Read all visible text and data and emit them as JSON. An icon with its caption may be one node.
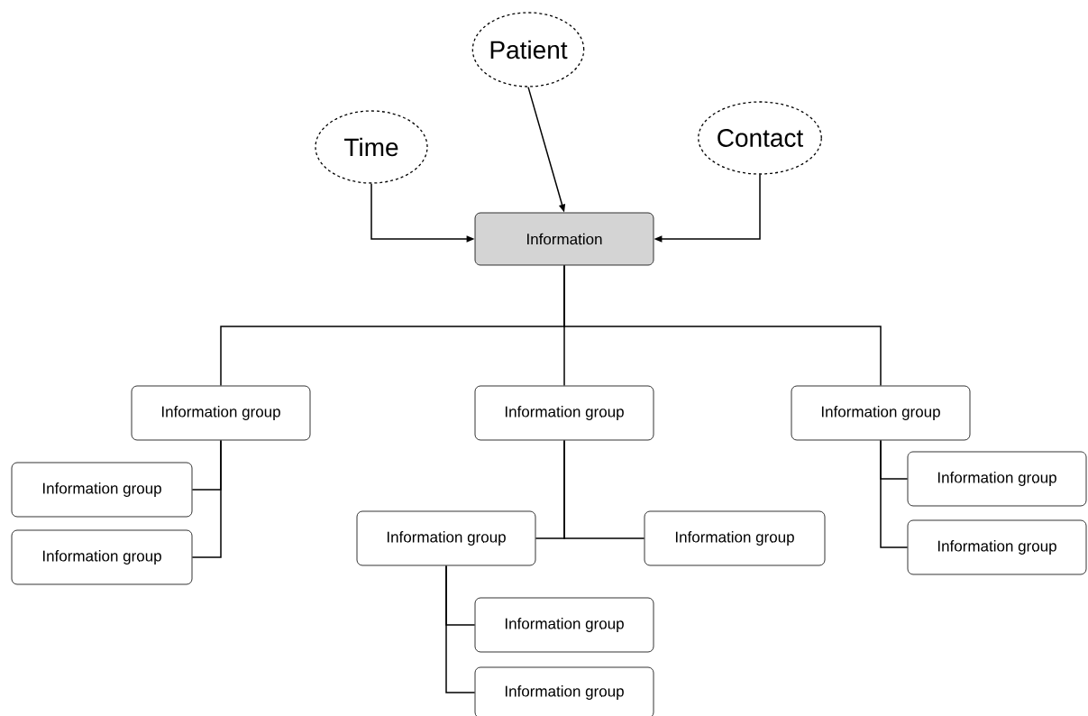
{
  "diagram": {
    "nodes": [
      {
        "text": [
          "Patient"
        ]
      },
      {
        "text": [
          "Time"
        ]
      },
      {
        "text": [
          "Contact"
        ]
      },
      {
        "text": [
          "Information"
        ]
      },
      {
        "text": [
          "Information group"
        ]
      },
      {
        "text": [
          "Information group"
        ]
      },
      {
        "text": [
          "Information group"
        ]
      },
      {
        "text": [
          "Information group"
        ]
      },
      {
        "text": [
          "Information group"
        ]
      },
      {
        "text": [
          "Information group"
        ]
      },
      {
        "text": [
          "Information group"
        ]
      },
      {
        "text": [
          "Information group"
        ]
      },
      {
        "text": [
          "Information group"
        ]
      },
      {
        "text": [
          "Information group"
        ]
      },
      {
        "text": [
          "Information group"
        ]
      }
    ],
    "edges": [
      {
        "from": 0,
        "to": 3,
        "arrow": "to"
      },
      {
        "from": 1,
        "to": 3,
        "arrow": "to"
      },
      {
        "from": 2,
        "to": 3,
        "arrow": "to"
      },
      {
        "from": 3,
        "to": 4,
        "arrow": "none"
      },
      {
        "from": 3,
        "to": 5,
        "arrow": "none"
      },
      {
        "from": 3,
        "to": 6,
        "arrow": "none"
      },
      {
        "from": 4,
        "to": 7,
        "arrow": "none"
      },
      {
        "from": 4,
        "to": 8,
        "arrow": "none"
      },
      {
        "from": 5,
        "to": 9,
        "arrow": "none"
      },
      {
        "from": 5,
        "to": 10,
        "arrow": "none"
      },
      {
        "from": 9,
        "to": 11,
        "arrow": "none"
      },
      {
        "from": 9,
        "to": 12,
        "arrow": "none"
      },
      {
        "from": 6,
        "to": 13,
        "arrow": "none"
      },
      {
        "from": 6,
        "to": 14,
        "arrow": "none"
      }
    ]
  }
}
